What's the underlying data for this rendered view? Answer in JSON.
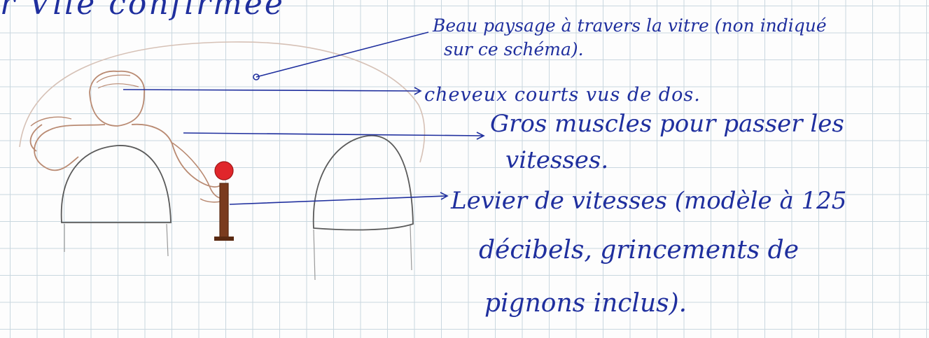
{
  "heading": "r Vile confirmee",
  "annotations": [
    {
      "id": "paysage",
      "lines": [
        "Beau paysage à travers la vitre (non indiqué",
        "sur ce schéma)."
      ]
    },
    {
      "id": "cheveux",
      "lines": [
        "cheveux courts vus de dos."
      ]
    },
    {
      "id": "muscles",
      "lines": [
        "Gros muscles pour passer les",
        "vitesses."
      ]
    },
    {
      "id": "levier",
      "lines": [
        "Levier de vitesses (modèle à 125",
        "décibels, grincements de",
        "pignons inclus)."
      ]
    }
  ],
  "colors": {
    "ink": "#1f2f9e",
    "pencil": "#7b7b7b",
    "skin": "#b98a72",
    "knob": "#e0262b",
    "lever": "#7a3b1e",
    "grid": "#c9d7df"
  }
}
